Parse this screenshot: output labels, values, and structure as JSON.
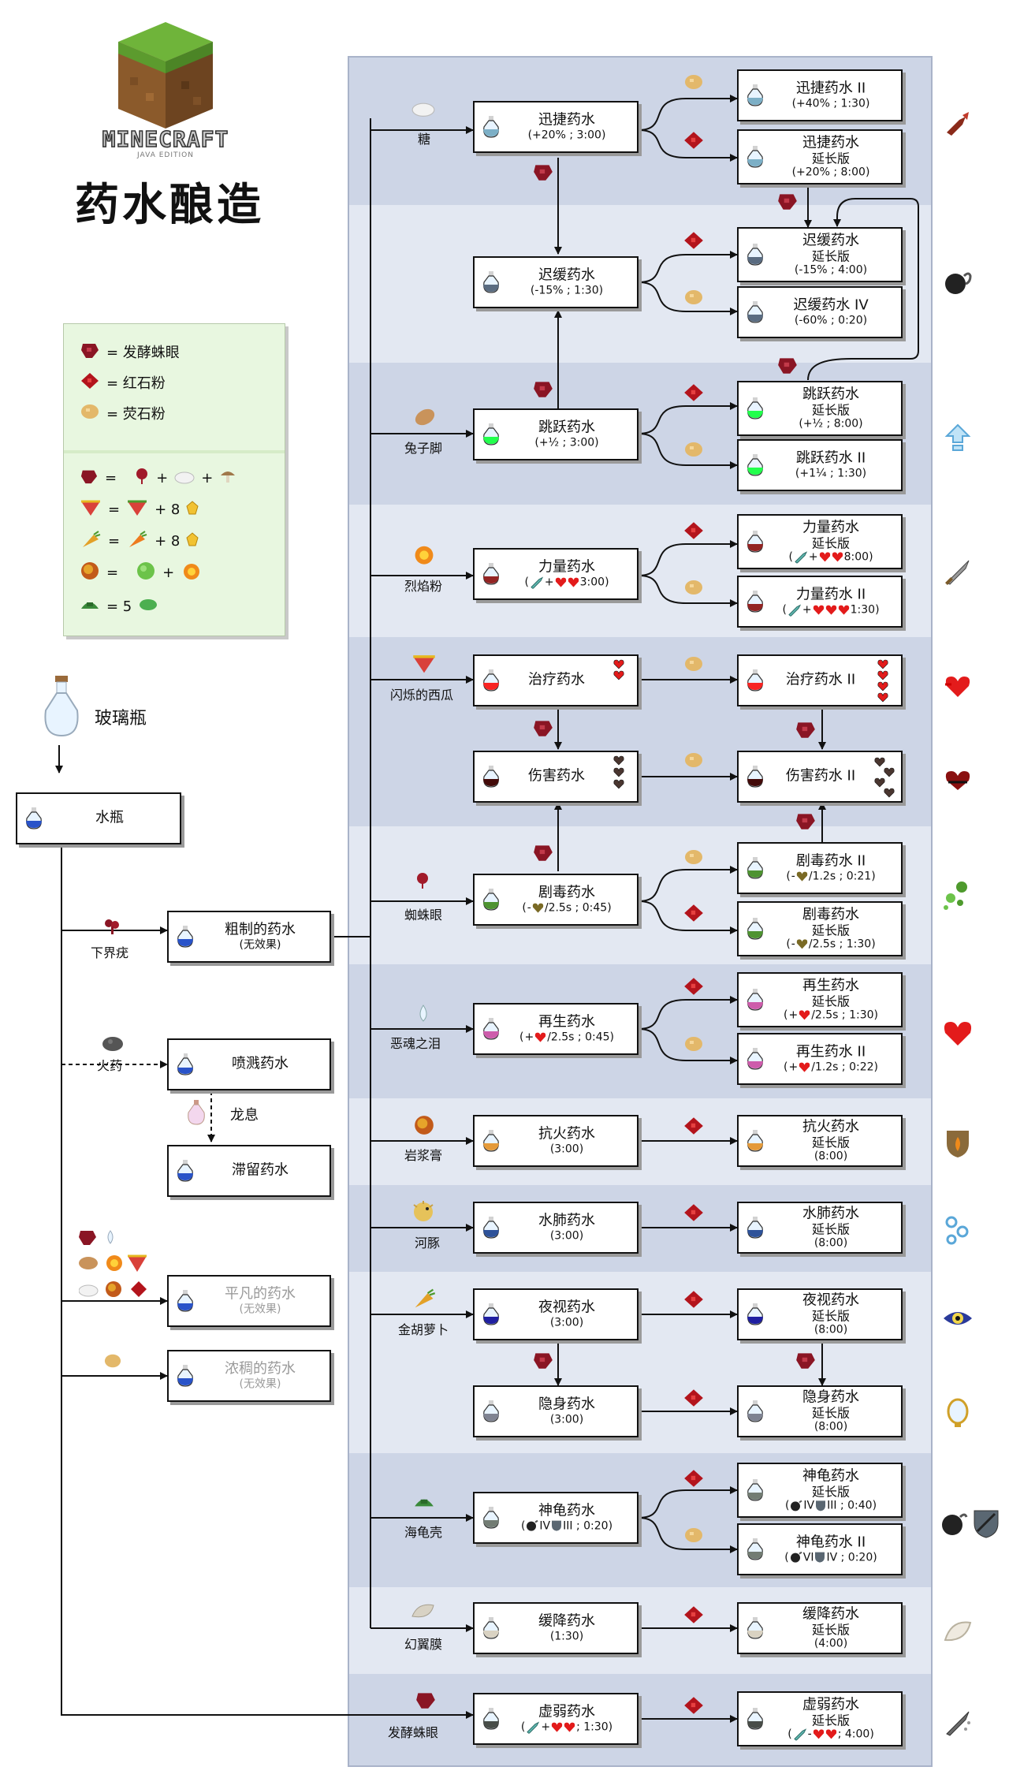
{
  "header": {
    "logo_text": "MINECRAFT",
    "logo_sub": "JAVA EDITION",
    "title": "药水酿造"
  },
  "colors": {
    "band_dark": "#cdd5e6",
    "band_light": "#e3e8f2",
    "panel_border": "#a9b3c9",
    "legend_bg": "#e8f7e0",
    "redstone": "#b3141c",
    "glowstone": "#e3b86a",
    "fermented": "#8a1524"
  },
  "legend": {
    "fermented_label": "= 发酵蛛眼",
    "redstone_label": "= 红石粉",
    "glowstone_label": "= 荧石粉",
    "eq": "=",
    "plus": "+",
    "plus8": "+ 8",
    "eq5": "= 5"
  },
  "start": {
    "glass": "玻璃瓶",
    "water": "水瓶",
    "wart": "下界疣",
    "gunpowder": "火药",
    "breath": "龙息",
    "awkward": {
      "name": "粗制的药水",
      "stat": "(无效果)"
    },
    "splash": "喷溅药水",
    "lingering": "滞留药水",
    "mundane": {
      "name": "平凡的药水",
      "stat": "(无效果)"
    },
    "thick": {
      "name": "浓稠的药水",
      "stat": "(无效果)"
    }
  },
  "ingredients": {
    "sugar": "糖",
    "rabbit": "兔子脚",
    "blaze": "烈焰粉",
    "melon": "闪烁的西瓜",
    "spider": "蜘蛛眼",
    "ghast": "恶魂之泪",
    "magma": "岩浆膏",
    "puffer": "河豚",
    "carrot": "金胡萝卜",
    "turtle": "海龟壳",
    "phantom": "幻翼膜",
    "fermented": "发酵蛛眼"
  },
  "potions": {
    "swift": {
      "name": "迅捷药水",
      "stat": "(+20% ; 3:00)"
    },
    "swift2": {
      "name": "迅捷药水 II",
      "stat": "(+40% ; 1:30)"
    },
    "swiftL": {
      "name": "迅捷药水",
      "name2": "延长版",
      "stat": "(+20% ; 8:00)"
    },
    "slow": {
      "name": "迟缓药水",
      "stat": "(-15% ; 1:30)"
    },
    "slowL": {
      "name": "迟缓药水",
      "name2": "延长版",
      "stat": "(-15% ; 4:00)"
    },
    "slow4": {
      "name": "迟缓药水 IV",
      "stat": "(-60% ; 0:20)"
    },
    "leap": {
      "name": "跳跃药水",
      "stat": "(+½ ; 3:00)"
    },
    "leapL": {
      "name": "跳跃药水",
      "name2": "延长版",
      "stat": "(+½ ; 8:00)"
    },
    "leap2": {
      "name": "跳跃药水 II",
      "stat": "(+1¼ ; 1:30)"
    },
    "str": {
      "name": "力量药水",
      "stat": "3:00)"
    },
    "strL": {
      "name": "力量药水",
      "name2": "延长版",
      "stat": "8:00)"
    },
    "str2": {
      "name": "力量药水 II",
      "stat": "1:30)"
    },
    "heal": {
      "name": "治疗药水"
    },
    "heal2": {
      "name": "治疗药水 II"
    },
    "harm": {
      "name": "伤害药水"
    },
    "harm2": {
      "name": "伤害药水 II"
    },
    "poison": {
      "name": "剧毒药水",
      "stat": "/2.5s ; 0:45)"
    },
    "poison2": {
      "name": "剧毒药水 II",
      "stat": "/1.2s ; 0:21)"
    },
    "poisonL": {
      "name": "剧毒药水",
      "name2": "延长版",
      "stat": "/2.5s ; 1:30)"
    },
    "regen": {
      "name": "再生药水",
      "stat": "/2.5s ; 0:45)"
    },
    "regenL": {
      "name": "再生药水",
      "name2": "延长版",
      "stat": "/2.5s ; 1:30)"
    },
    "regen2": {
      "name": "再生药水 II",
      "stat": "/1.2s ; 0:22)"
    },
    "fire": {
      "name": "抗火药水",
      "stat": "(3:00)"
    },
    "fireL": {
      "name": "抗火药水",
      "name2": "延长版",
      "stat": "(8:00)"
    },
    "water": {
      "name": "水肺药水",
      "stat": "(3:00)"
    },
    "waterL": {
      "name": "水肺药水",
      "name2": "延长版",
      "stat": "(8:00)"
    },
    "night": {
      "name": "夜视药水",
      "stat": "(3:00)"
    },
    "nightL": {
      "name": "夜视药水",
      "name2": "延长版",
      "stat": "(8:00)"
    },
    "invis": {
      "name": "隐身药水",
      "stat": "(3:00)"
    },
    "invisL": {
      "name": "隐身药水",
      "name2": "延长版",
      "stat": "(8:00)"
    },
    "turtle": {
      "name": "神龟药水",
      "stat": "III ; 0:20)"
    },
    "turtleL": {
      "name": "神龟药水",
      "name2": "延长版",
      "stat": "III ; 0:40)"
    },
    "turtle2": {
      "name": "神龟药水  II",
      "stat": "IV ; 0:20)"
    },
    "fall": {
      "name": "缓降药水",
      "stat": "(1:30)"
    },
    "fallL": {
      "name": "缓降药水",
      "name2": "延长版",
      "stat": "(4:00)"
    },
    "weak": {
      "name": "虚弱药水",
      "stat": "; 1:30)"
    },
    "weakL": {
      "name": "虚弱药水",
      "name2": "延长版",
      "stat": "; 4:00)"
    }
  },
  "stat_bits": {
    "open": "(",
    "plus": "+",
    "minus": "-",
    "iv": "IV",
    "vi": "VI"
  },
  "effects": [
    "speed-effect-icon",
    "slowness-effect-icon",
    "jump-effect-icon",
    "strength-effect-icon",
    "healing-effect-icon",
    "harming-effect-icon",
    "poison-effect-icon",
    "regeneration-effect-icon",
    "fire-resistance-effect-icon",
    "water-breathing-effect-icon",
    "night-vision-effect-icon",
    "invisibility-effect-icon",
    "turtle-master-effect-icon",
    "slow-falling-effect-icon",
    "weakness-effect-icon"
  ]
}
